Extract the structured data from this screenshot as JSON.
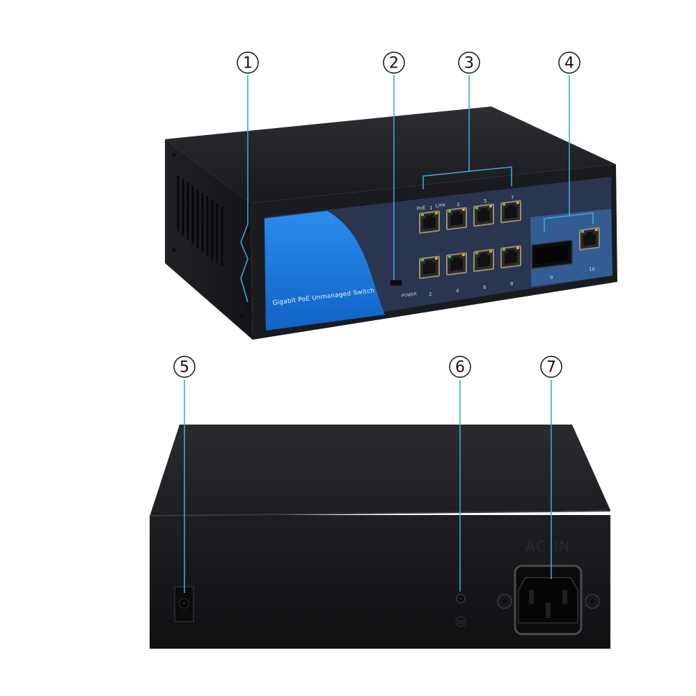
{
  "callouts": [
    {
      "id": "1"
    },
    {
      "id": "2"
    },
    {
      "id": "3"
    },
    {
      "id": "4"
    },
    {
      "id": "5"
    },
    {
      "id": "6"
    },
    {
      "id": "7"
    }
  ],
  "front_panel": {
    "brand_text": "Gigabit PoE Unmanaged Switch",
    "power_label": "POWER",
    "poe_label": "PoE",
    "link_label": "Link",
    "top_port_numbers": [
      "1",
      "3",
      "5",
      "7"
    ],
    "bottom_port_numbers": [
      "2",
      "4",
      "6",
      "8"
    ],
    "sfp_number": "9",
    "uplink_number": "10"
  },
  "rear_panel": {
    "ac_label": "AC-IN"
  },
  "colors": {
    "leader_line": "#3aa9d6",
    "panel_blue": "#1d7fe0",
    "chassis_dark": "#1b1c20"
  }
}
